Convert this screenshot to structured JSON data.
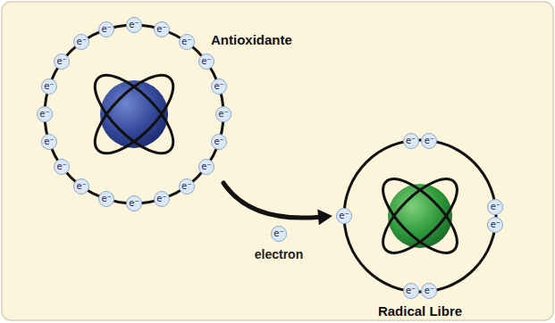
{
  "diagram": {
    "nodes": [
      {
        "text": [
          "Antioxidante"
        ]
      },
      {
        "text": [
          "e⁻"
        ],
        "in": 0
      },
      {
        "text": [
          "e⁻"
        ],
        "in": 0
      },
      {
        "text": [
          "e⁻"
        ],
        "in": 0
      },
      {
        "text": [
          "e⁻"
        ],
        "in": 0
      },
      {
        "text": [
          "e⁻"
        ],
        "in": 0
      },
      {
        "text": [
          "e⁻"
        ],
        "in": 0
      },
      {
        "text": [
          "e⁻"
        ],
        "in": 0
      },
      {
        "text": [
          "e⁻"
        ],
        "in": 0
      },
      {
        "text": [
          "e⁻"
        ],
        "in": 0
      },
      {
        "text": [
          "e⁻"
        ],
        "in": 0
      },
      {
        "text": [
          "e⁻"
        ],
        "in": 0
      },
      {
        "text": [
          "e⁻"
        ],
        "in": 0
      },
      {
        "text": [
          "e⁻"
        ],
        "in": 0
      },
      {
        "text": [
          "e⁻"
        ],
        "in": 0
      },
      {
        "text": [
          "e⁻"
        ],
        "in": 0
      },
      {
        "text": [
          "e⁻"
        ],
        "in": 0
      },
      {
        "text": [
          "e⁻"
        ],
        "in": 0
      },
      {
        "text": [
          "e⁻"
        ],
        "in": 0
      },
      {
        "text": [
          "e⁻"
        ],
        "in": 0
      },
      {
        "text": [
          "e⁻"
        ],
        "in": 0
      },
      {
        "text": [
          "Radical Libre"
        ]
      },
      {
        "text": [
          "e⁻"
        ],
        "in": 21
      },
      {
        "text": [
          "e⁻"
        ],
        "in": 21
      },
      {
        "text": [
          "e⁻"
        ],
        "in": 21
      },
      {
        "text": [
          "e⁻"
        ],
        "in": 21
      },
      {
        "text": [
          "e⁻"
        ],
        "in": 21
      },
      {
        "text": [
          "e⁻"
        ],
        "in": 21
      },
      {
        "text": [
          "e⁻"
        ],
        "in": 21
      },
      {
        "text": [
          "e⁻"
        ]
      }
    ],
    "edges": [
      {
        "from": 0,
        "to": 21,
        "arrow": "to"
      }
    ],
    "labels": [
      "electron"
    ]
  }
}
